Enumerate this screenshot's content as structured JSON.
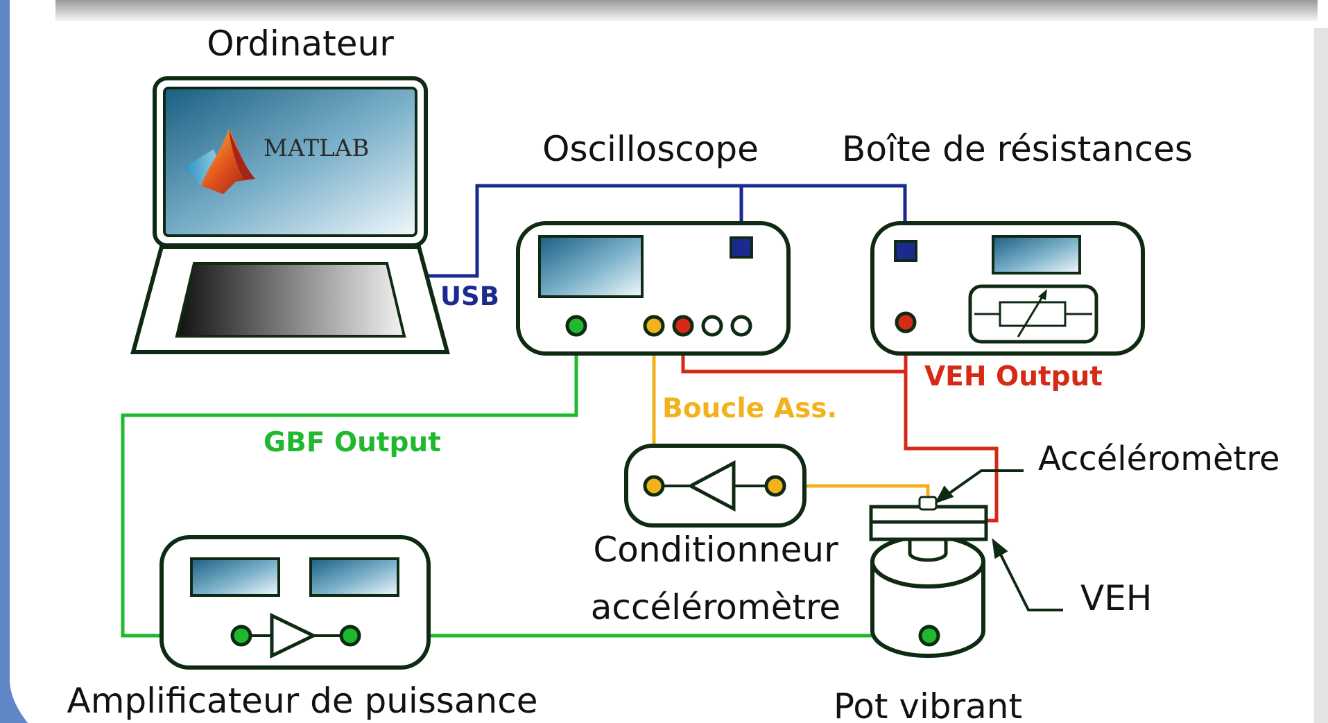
{
  "labels": {
    "ordinateur": "Ordinateur",
    "matlab": "MATLAB",
    "oscilloscope": "Oscilloscope",
    "boite": "Boîte de résistances",
    "usb": "USB",
    "veh_output": "VEH Output",
    "boucle": "Boucle Ass.",
    "gbf_output": "GBF Output",
    "accelerometre": "Accéléromètre",
    "conditionneur_1": "Conditionneur",
    "conditionneur_2": "accéléromètre",
    "veh": "VEH",
    "amplificateur": "Amplificateur de puissance",
    "pot_vibrant": "Pot vibrant"
  },
  "colors": {
    "usb": "#1a2a8f",
    "veh": "#d62916",
    "boucle": "#f2b21c",
    "gbf": "#1fb82e",
    "outline": "#0f2a12",
    "frame": "#5f86c7"
  }
}
